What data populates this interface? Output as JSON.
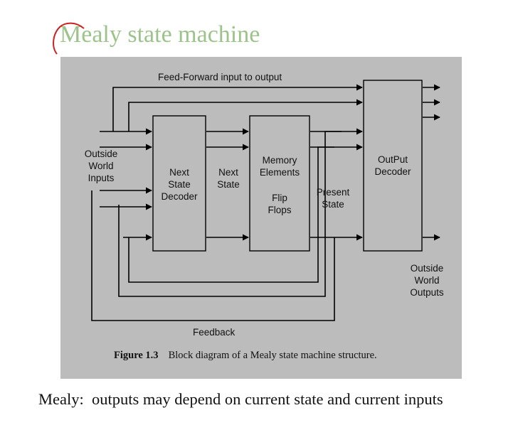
{
  "slide": {
    "title": "Mealy state machine",
    "title_color": "#9cc48a",
    "annotation_color": "#cc2222",
    "footnote": "Mealy:  outputs may depend on current state and current inputs"
  },
  "figure": {
    "background_color": "#bcbcbc",
    "labels": {
      "feedforward": "Feed-Forward input to output",
      "inputs": "Outside\nWorld\nInputs",
      "next_state_decoder": "Next\nState\nDecoder",
      "next_state": "Next\nState",
      "memory_elements": "Memory\nElements",
      "flip_flops": "Flip\nFlops",
      "present_state": "Present\nState",
      "output_decoder": "OutPut\nDecoder",
      "outputs": "Outside\nWorld\nOutputs",
      "feedback": "Feedback"
    },
    "caption": {
      "number": "Figure 1.3",
      "text": "Block diagram of a Mealy state machine structure."
    }
  }
}
